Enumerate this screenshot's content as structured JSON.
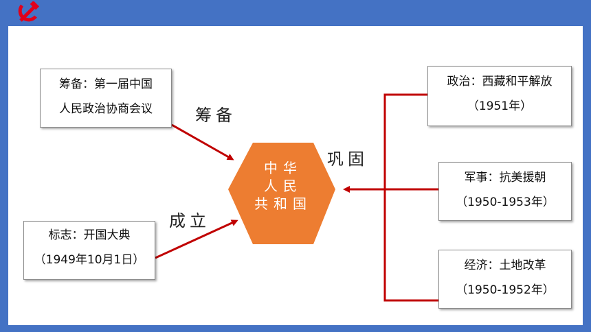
{
  "colors": {
    "background": "#4472c4",
    "panel": "#ffffff",
    "hexagon": "#ed7d31",
    "arrow": "#c00000",
    "logo": "#e0001b"
  },
  "logo": {
    "icon": "hammer-sickle-icon"
  },
  "center": {
    "line1": "中华",
    "line2": "人民",
    "line3": "共和国"
  },
  "left_boxes": [
    {
      "line1": "筹备：第一届中国",
      "line2": "人民政治协商会议"
    },
    {
      "line1": "标志：开国大典",
      "line2": "（1949年10月1日）"
    }
  ],
  "right_boxes": [
    {
      "line1": "政治：西藏和平解放",
      "line2": "（1951年）"
    },
    {
      "line1": "军事：抗美援朝",
      "line2": "（1950-1953年）"
    },
    {
      "line1": "经济：土地改革",
      "line2": "（1950-1952年）"
    }
  ],
  "labels": {
    "prepare": "筹备",
    "establish": "成立",
    "consolidate": "巩固"
  }
}
